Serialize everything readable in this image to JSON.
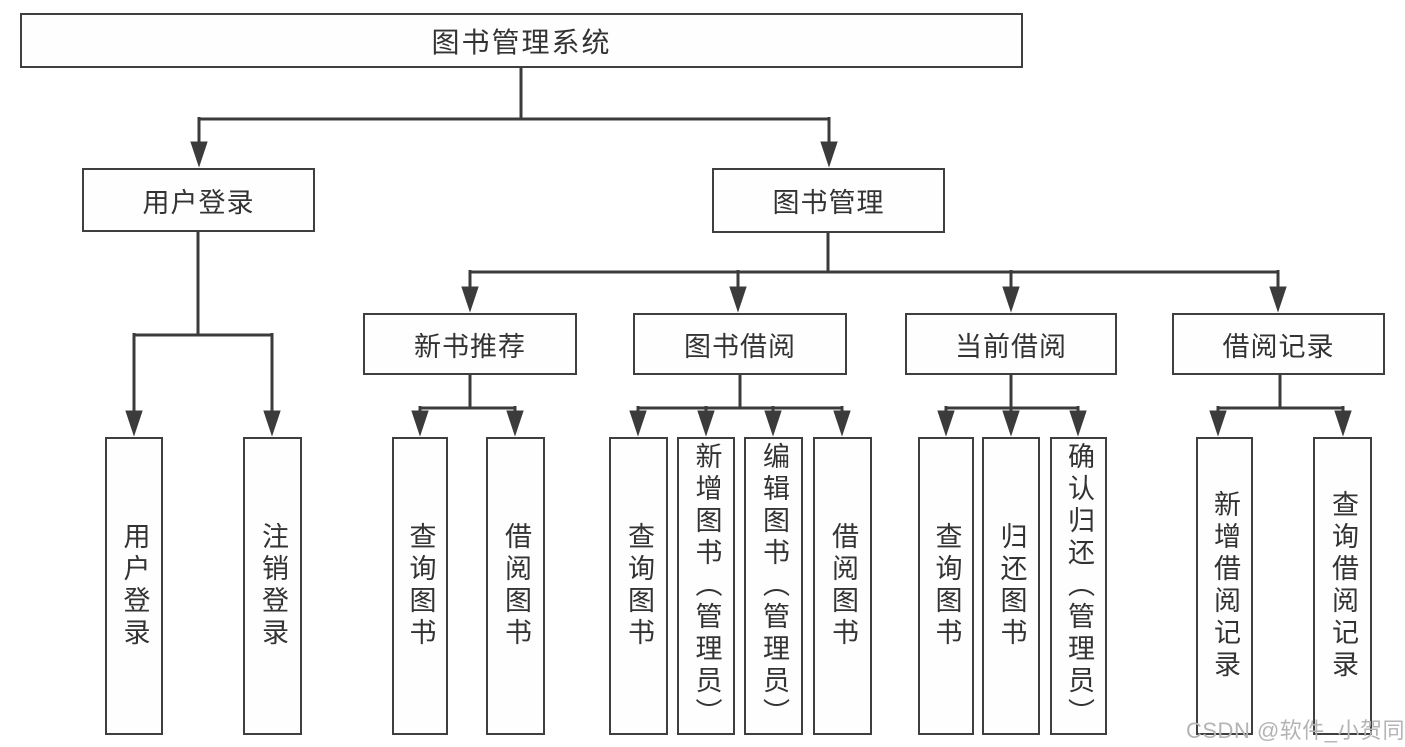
{
  "diagram": {
    "root": {
      "label": "图书管理系统"
    },
    "level1": [
      {
        "label": "用户登录"
      },
      {
        "label": "图书管理"
      }
    ],
    "level2": [
      {
        "label": "新书推荐"
      },
      {
        "label": "图书借阅"
      },
      {
        "label": "当前借阅"
      },
      {
        "label": "借阅记录"
      }
    ],
    "leaves": {
      "user_login": [
        "用户登录",
        "注销登录"
      ],
      "new_books": [
        "查询图书",
        "借阅图书"
      ],
      "book_borrow": [
        "查询图书",
        "新增图书（管理员）",
        "编辑图书（管理员）",
        "借阅图书"
      ],
      "current_borrow": [
        "查询图书",
        "归还图书",
        "确认归还（管理员）"
      ],
      "borrow_records": [
        "新增借阅记录",
        "查询借阅记录"
      ]
    },
    "colors": {
      "line": "#3b3b3b",
      "border": "#3f3f3f",
      "text": "#333333",
      "watermark_text_color": "#b4b4b6"
    },
    "watermark": "CSDN @软件_小贺同学"
  }
}
